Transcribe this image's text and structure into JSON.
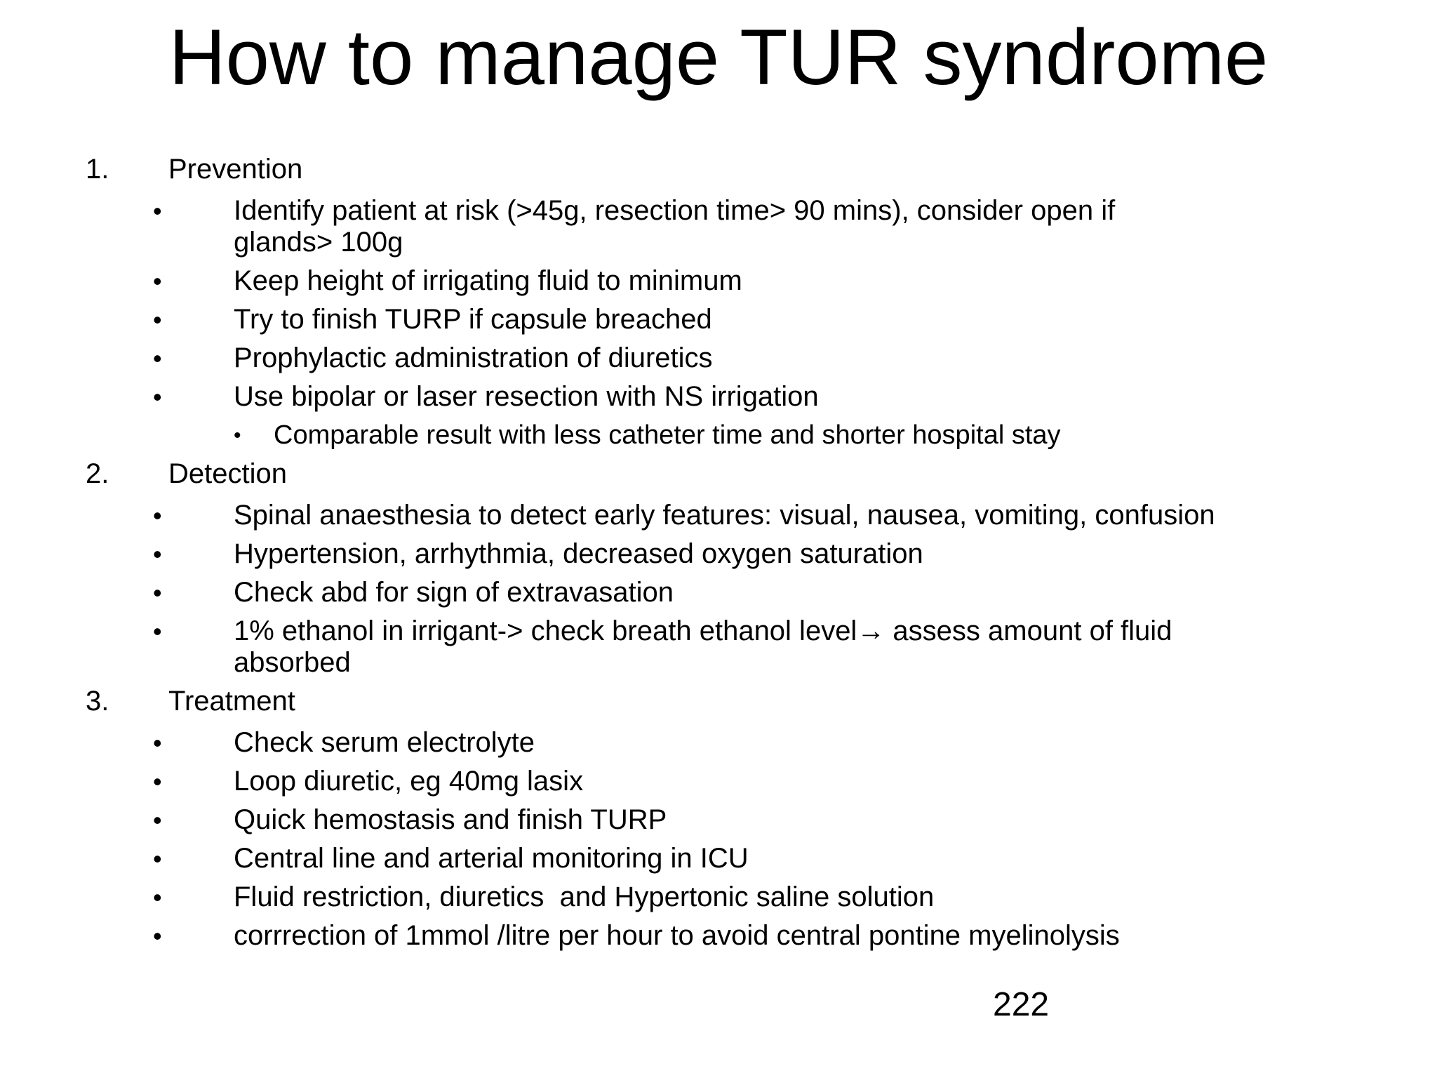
{
  "slide": {
    "title": "How to manage TUR syndrome",
    "page_number": "222",
    "background_color": "#ffffff",
    "text_color": "#000000",
    "bullets": {
      "level2": "•",
      "level3": "•"
    },
    "sections": [
      {
        "number": "1.",
        "heading": "Prevention",
        "items": [
          {
            "level": 2,
            "text": "Identify patient at risk (>45g, resection time> 90 mins), consider open if\nglands> 100g"
          },
          {
            "level": 2,
            "text": "Keep height of irrigating fluid to minimum"
          },
          {
            "level": 2,
            "text": "Try to finish TURP if capsule breached"
          },
          {
            "level": 2,
            "text": "Prophylactic administration of diuretics"
          },
          {
            "level": 2,
            "text": "Use bipolar or laser resection with NS irrigation"
          },
          {
            "level": 3,
            "text": "Comparable result with less catheter time and shorter hospital stay"
          }
        ]
      },
      {
        "number": "2.",
        "heading": "Detection",
        "items": [
          {
            "level": 2,
            "text": "Spinal anaesthesia to detect early features: visual, nausea, vomiting, confusion"
          },
          {
            "level": 2,
            "text": "Hypertension, arrhythmia, decreased oxygen saturation"
          },
          {
            "level": 2,
            "text": "Check abd for sign of extravasation"
          },
          {
            "level": 2,
            "text": "1% ethanol in irrigant-> check breath ethanol level→ assess amount of fluid\nabsorbed"
          }
        ]
      },
      {
        "number": "3.",
        "heading": "Treatment",
        "items": [
          {
            "level": 2,
            "text": "Check serum electrolyte"
          },
          {
            "level": 2,
            "text": "Loop diuretic, eg 40mg lasix"
          },
          {
            "level": 2,
            "text": "Quick hemostasis and finish TURP"
          },
          {
            "level": 2,
            "text": "Central line and arterial monitoring in ICU"
          },
          {
            "level": 2,
            "text": "Fluid restriction, diuretics  and Hypertonic saline solution"
          },
          {
            "level": 2,
            "text": "corrrection of 1mmol /litre per hour to avoid central pontine myelinolysis"
          }
        ]
      }
    ]
  }
}
